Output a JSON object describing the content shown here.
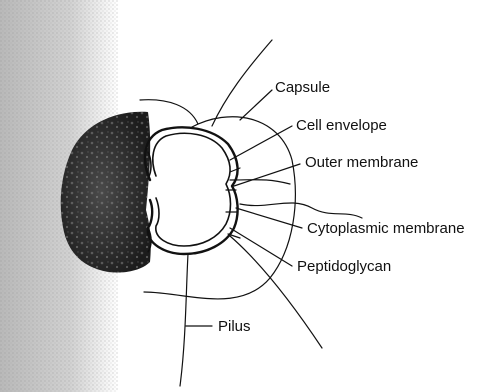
{
  "labels": {
    "capsule": "Capsule",
    "cell_envelope": "Cell envelope",
    "outer_membrane": "Outer membrane",
    "cytoplasmic_membrane": "Cytoplasmic membrane",
    "peptidoglycan": "Peptidoglycan",
    "pilus": "Pilus"
  },
  "colors": {
    "background": "#ffffff",
    "host_surface": "#c9c9c9",
    "host_cell_dark": "#2a2a2a",
    "line": "#111111"
  }
}
